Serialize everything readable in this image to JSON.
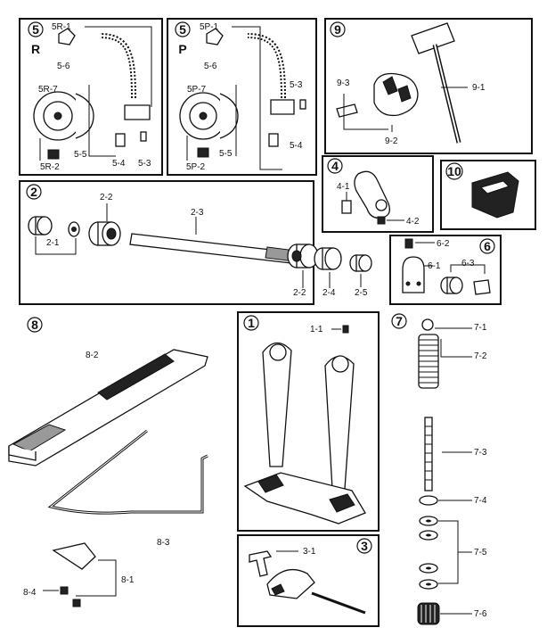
{
  "sections": {
    "s1": {
      "num": "1",
      "parts": [
        "1-1"
      ]
    },
    "s2": {
      "num": "2",
      "parts": [
        "2-1",
        "2-2",
        "2-3",
        "2-2",
        "2-4",
        "2-5"
      ]
    },
    "s3": {
      "num": "3",
      "parts": [
        "3-1"
      ]
    },
    "s4": {
      "num": "4",
      "parts": [
        "4-1",
        "4-2"
      ]
    },
    "s5r": {
      "num": "5",
      "letter": "R",
      "parts": [
        "5R-1",
        "5-6",
        "5R-7",
        "5-5",
        "5R-2",
        "5-4",
        "5-3"
      ]
    },
    "s5p": {
      "num": "5",
      "letter": "P",
      "parts": [
        "5P-1",
        "5-6",
        "5-3",
        "5P-7",
        "5-4",
        "5-5",
        "5P-2"
      ]
    },
    "s6": {
      "num": "6",
      "parts": [
        "6-2",
        "6-1",
        "6-3"
      ]
    },
    "s7": {
      "num": "7",
      "parts": [
        "7-1",
        "7-2",
        "7-3",
        "7-4",
        "7-5",
        "7-6"
      ]
    },
    "s8": {
      "num": "8",
      "parts": [
        "8-2",
        "8-3",
        "8-1",
        "8-4"
      ]
    },
    "s9": {
      "num": "9",
      "parts": [
        "9-3",
        "9-1",
        "9-2"
      ]
    },
    "s10": {
      "num": "10"
    }
  }
}
